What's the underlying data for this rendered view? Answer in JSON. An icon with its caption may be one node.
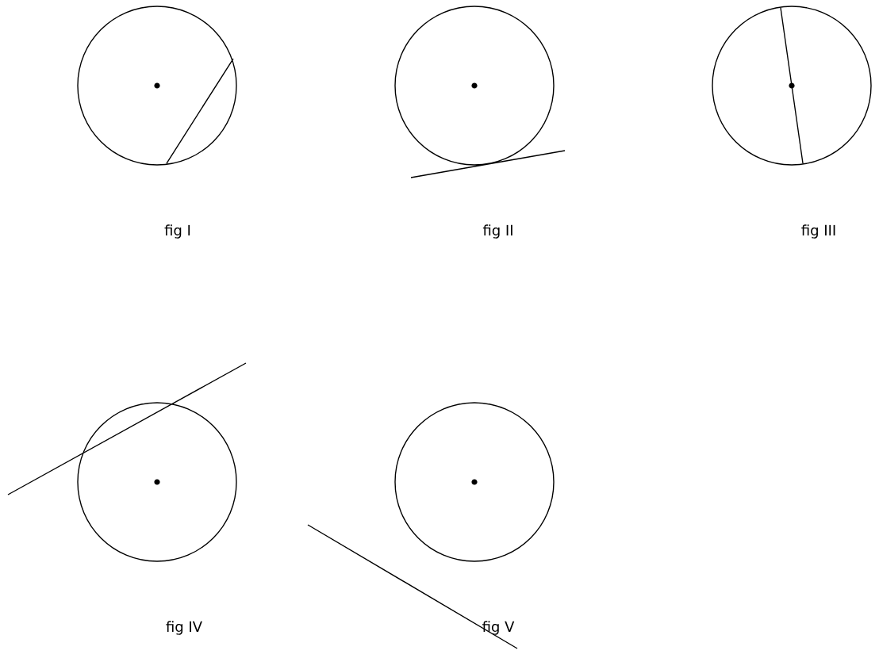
{
  "diagram": {
    "labels": [
      "fig I",
      "fig II",
      "fig III",
      "fig IV",
      "fig V"
    ]
  }
}
